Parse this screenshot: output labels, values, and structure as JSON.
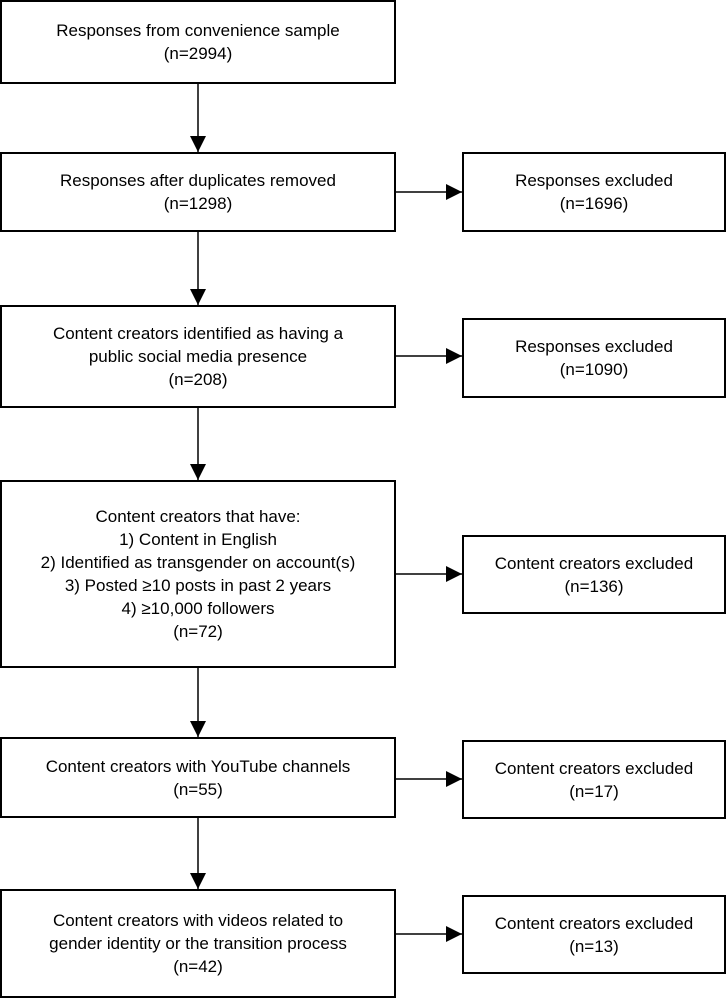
{
  "main_boxes": [
    {
      "lines": [
        "Responses from convenience sample",
        "(n=2994)"
      ]
    },
    {
      "lines": [
        "Responses after duplicates removed",
        "(n=1298)"
      ]
    },
    {
      "lines": [
        "Content creators identified as having a",
        "public social media presence",
        "(n=208)"
      ]
    },
    {
      "lines": [
        "Content creators that have:",
        "1) Content in English",
        "2) Identified as transgender on account(s)",
        "3) Posted ≥10 posts in past 2 years",
        "4) ≥10,000 followers",
        "(n=72)"
      ]
    },
    {
      "lines": [
        "Content creators with YouTube channels",
        "(n=55)"
      ]
    },
    {
      "lines": [
        "Content creators with videos related to",
        "gender identity or the transition process",
        "(n=42)"
      ]
    }
  ],
  "exclusion_boxes": [
    {
      "lines": [
        "Responses excluded",
        "(n=1696)"
      ]
    },
    {
      "lines": [
        "Responses excluded",
        "(n=1090)"
      ]
    },
    {
      "lines": [
        "Content creators excluded",
        "(n=136)"
      ]
    },
    {
      "lines": [
        "Content creators excluded",
        "(n=17)"
      ]
    },
    {
      "lines": [
        "Content creators excluded",
        "(n=13)"
      ]
    }
  ]
}
